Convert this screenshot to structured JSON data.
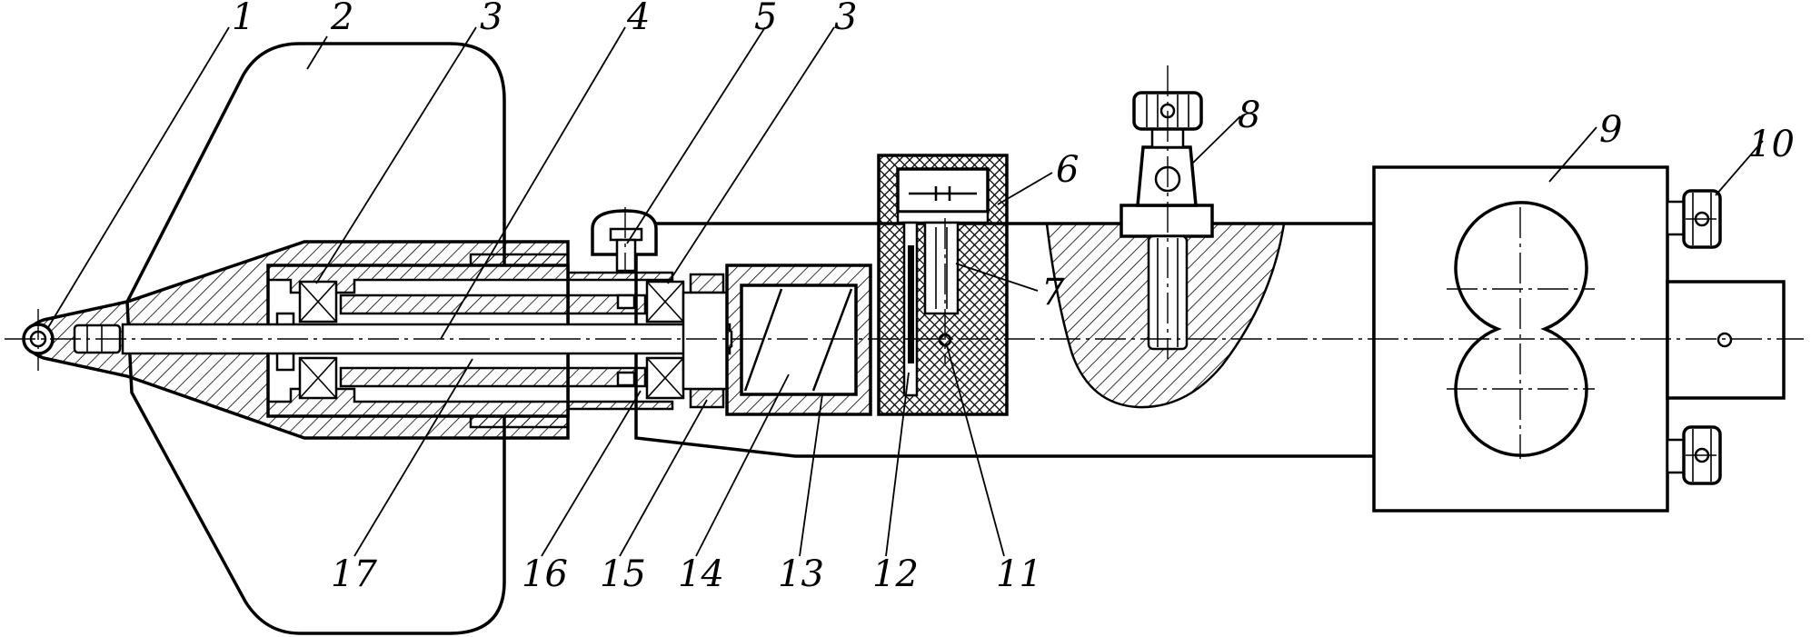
{
  "diagram": {
    "callouts": [
      {
        "id": "1",
        "text": "1"
      },
      {
        "id": "2",
        "text": "2"
      },
      {
        "id": "3a",
        "text": "3"
      },
      {
        "id": "4",
        "text": "4"
      },
      {
        "id": "5",
        "text": "5"
      },
      {
        "id": "3b",
        "text": "3"
      },
      {
        "id": "6",
        "text": "6"
      },
      {
        "id": "7",
        "text": "7"
      },
      {
        "id": "8",
        "text": "8"
      },
      {
        "id": "9",
        "text": "9"
      },
      {
        "id": "10",
        "text": "10"
      },
      {
        "id": "17",
        "text": "17"
      },
      {
        "id": "16",
        "text": "16"
      },
      {
        "id": "15",
        "text": "15"
      },
      {
        "id": "14",
        "text": "14"
      },
      {
        "id": "13",
        "text": "13"
      },
      {
        "id": "12",
        "text": "12"
      },
      {
        "id": "11",
        "text": "11"
      }
    ]
  }
}
